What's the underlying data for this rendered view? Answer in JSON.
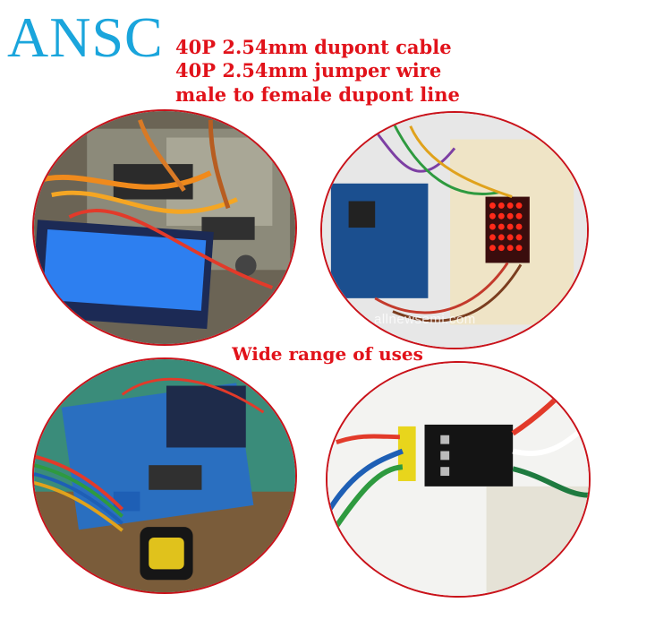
{
  "brand": {
    "logo_text": "ANSC",
    "color": "#1aa5dc"
  },
  "headline": {
    "color": "#e1121a",
    "lines": [
      "40P 2.54mm dupont cable",
      "40P 2.54mm jumper wire",
      "male to female dupont line"
    ]
  },
  "middle_caption": {
    "text": "Wide range of uses",
    "color": "#e1121a"
  },
  "watermark": {
    "text": "allnewsemi.com"
  },
  "photos": {
    "border_color": "#c9121a",
    "top_left": "lcd-dev-board-with-jumper-wires",
    "top_right": "arduino-led-matrix-on-breadboard",
    "bottom_left": "robot-car-shield-with-ribbon-cable",
    "bottom_right": "closeup-dupont-connectors"
  }
}
